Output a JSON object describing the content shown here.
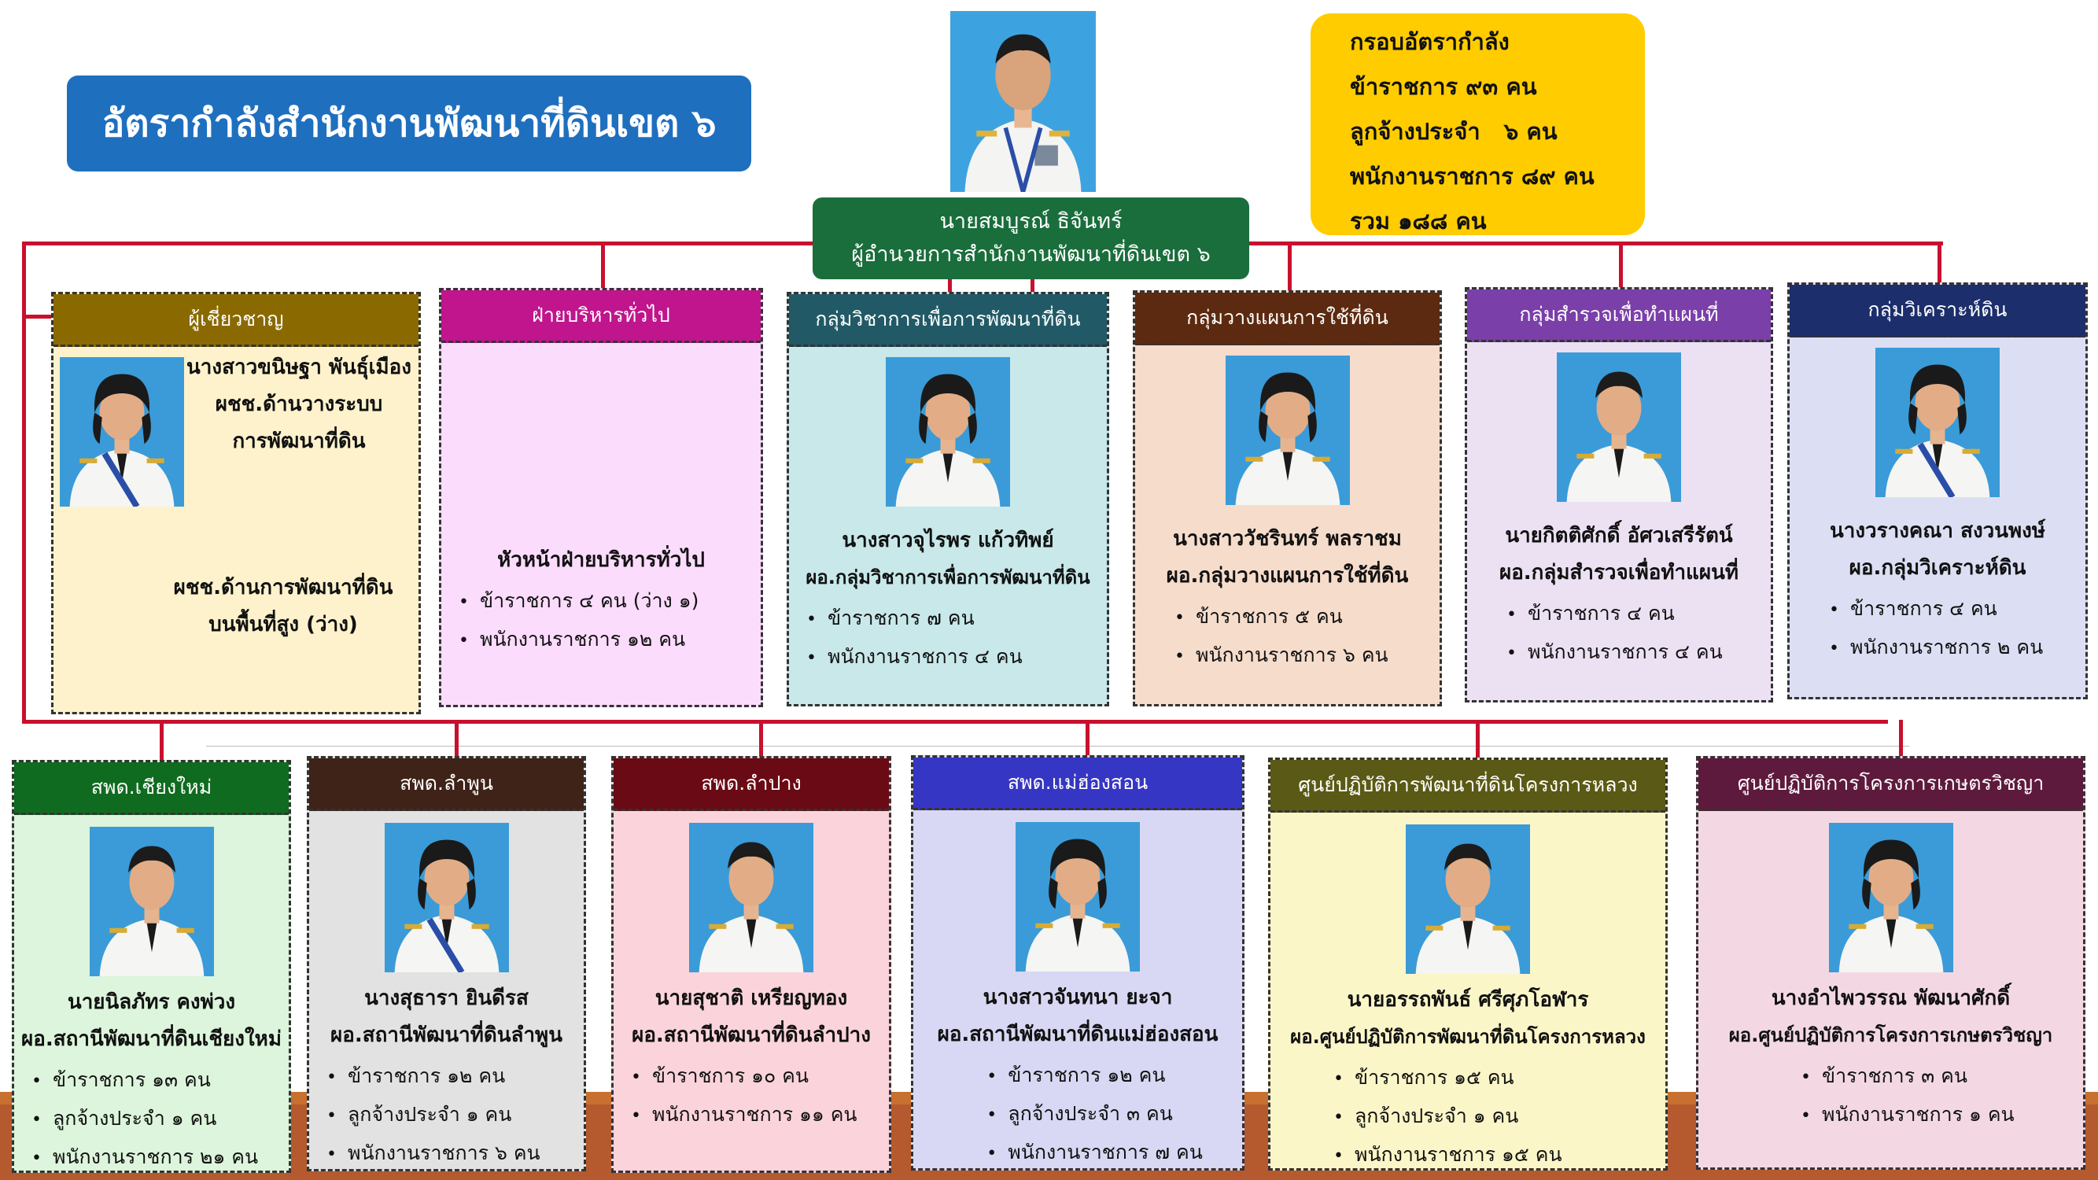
{
  "title": "อัตรากำลังสำนักงานพัฒนาที่ดินเขต ๖",
  "summary": {
    "lines": [
      "กรอบอัตรากำลัง",
      "ข้าราชการ ๙๓ คน",
      "ลูกจ้างประจำ   ๖ คน",
      "พนักงานราชการ ๘๙ คน",
      "รวม ๑๘๘ คน"
    ]
  },
  "director": {
    "name": "นายสมบูรณ์ ธิจันทร์",
    "position": "ผู้อำนวยการสำนักงานพัฒนาที่ดินเขต ๖"
  },
  "top_units": [
    {
      "header": "ผู้เชี่ยวชาญ",
      "color": "#8a6a00",
      "bg": "#fdf2cc",
      "name_lines": [
        "นางสาวขนิษฐา พันธุ์เมือง",
        "ผชช.ด้านวางระบบ",
        "การพัฒนาที่ดิน"
      ],
      "extra_lines": [
        "ผชช.ด้านการพัฒนาที่ดิน",
        "บนพื้นที่สูง (ว่าง)"
      ],
      "items": []
    },
    {
      "header": "ฝ่ายบริหารทั่วไป",
      "color": "#c0158d",
      "bg": "#fcdcfc",
      "name_lines": [
        "หัวหน้าฝ่ายบริหารทั่วไป"
      ],
      "items": [
        "ข้าราชการ ๔ คน (ว่าง ๑)",
        "พนักงานราชการ ๑๒ คน"
      ]
    },
    {
      "header": "กลุ่มวิชาการเพื่อการพัฒนาที่ดิน",
      "color": "#215a66",
      "bg": "#c8e8e9",
      "name_lines": [
        "นางสาวจุไรพร  แก้วทิพย์",
        "ผอ.กลุ่มวิชาการเพื่อการพัฒนาที่ดิน"
      ],
      "items": [
        "ข้าราชการ ๗ คน",
        "พนักงานราชการ ๔ คน"
      ]
    },
    {
      "header": "กลุ่มวางแผนการใช้ที่ดิน",
      "color": "#5c2a10",
      "bg": "#f6dccb",
      "name_lines": [
        "นางสาววัชรินทร์  พลราชม",
        "ผอ.กลุ่มวางแผนการใช้ที่ดิน"
      ],
      "items": [
        "ข้าราชการ ๕ คน",
        "พนักงานราชการ ๖ คน"
      ]
    },
    {
      "header": "กลุ่มสำรวจเพื่อทำแผนที่",
      "color": "#7a3fa8",
      "bg": "#ece1f3",
      "name_lines": [
        "นายกิตติศักดิ์  อัศวเสรีรัตน์",
        "ผอ.กลุ่มสำรวจเพื่อทำแผนที่"
      ],
      "items": [
        "ข้าราชการ ๔ คน",
        "พนักงานราชการ ๔ คน"
      ]
    },
    {
      "header": "กลุ่มวิเคราะห์ดิน",
      "color": "#1c2e6b",
      "bg": "#dcdff3",
      "name_lines": [
        "นางวรางคณา  สงวนพงษ์",
        "ผอ.กลุ่มวิเคราะห์ดิน"
      ],
      "items": [
        "ข้าราชการ ๔ คน",
        "พนักงานราชการ ๒ คน"
      ]
    }
  ],
  "bottom_units": [
    {
      "header": "สพด.เชียงใหม่",
      "color": "#0f6b1f",
      "bg": "#dcf5dc",
      "name_lines": [
        "นายนิลภัทร  คงพ่วง",
        "ผอ.สถานีพัฒนาที่ดินเชียงใหม่"
      ],
      "items": [
        "ข้าราชการ ๑๓ คน",
        "ลูกจ้างประจำ ๑ คน",
        "พนักงานราชการ ๒๑ คน"
      ]
    },
    {
      "header": "สพด.ลำพูน",
      "color": "#3f2318",
      "bg": "#e2e2e2",
      "name_lines": [
        "นางสุธารา  ยินดีรส",
        "ผอ.สถานีพัฒนาที่ดินลำพูน"
      ],
      "items": [
        "ข้าราชการ ๑๒ คน",
        "ลูกจ้างประจำ ๑ คน",
        "พนักงานราชการ ๖ คน"
      ]
    },
    {
      "header": "สพด.ลำปาง",
      "color": "#6a0a14",
      "bg": "#fbd3db",
      "name_lines": [
        "นายสุชาติ เหรียญทอง",
        "ผอ.สถานีพัฒนาที่ดินลำปาง"
      ],
      "items": [
        "ข้าราชการ ๑๐ คน",
        "พนักงานราชการ ๑๑ คน"
      ]
    },
    {
      "header": "สพด.แม่ฮ่องสอน",
      "color": "#3636c4",
      "bg": "#d8d8f4",
      "name_lines": [
        "นางสาวจันทนา ยะจา",
        "ผอ.สถานีพัฒนาที่ดินแม่ฮ่องสอน"
      ],
      "items": [
        "ข้าราชการ ๑๒ คน",
        "ลูกจ้างประจำ ๓ คน",
        "พนักงานราชการ ๗ คน"
      ]
    },
    {
      "header": "ศูนย์ปฏิบัติการพัฒนาที่ดินโครงการหลวง",
      "color": "#5a5a16",
      "bg": "#fbf6c8",
      "name_lines": [
        "นายอรรถพันธ์ ศรีศุภโอฬาร",
        "ผอ.ศูนย์ปฏิบัติการพัฒนาที่ดินโครงการหลวง"
      ],
      "items": [
        "ข้าราชการ ๑๕ คน",
        "ลูกจ้างประจำ ๑ คน",
        "พนักงานราชการ ๑๕ คน"
      ]
    },
    {
      "header": "ศูนย์ปฏิบัติการโครงการเกษตรวิชญา",
      "color": "#5e1a3c",
      "bg": "#f3d8e4",
      "name_lines": [
        "นางอำไพวรรณ  พัฒนาศักดิ์",
        "ผอ.ศูนย์ปฏิบัติการโครงการเกษตรวิชญา"
      ],
      "items": [
        "ข้าราชการ ๓ คน",
        "พนักงานราชการ ๑ คน"
      ]
    }
  ]
}
